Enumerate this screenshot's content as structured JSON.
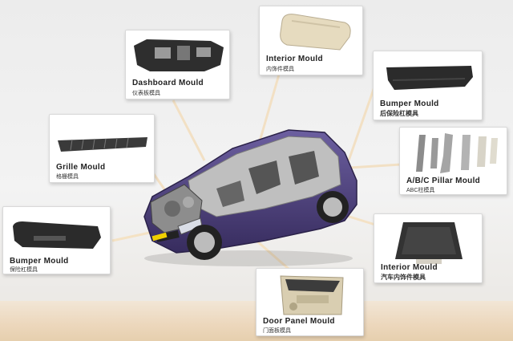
{
  "labels": {
    "dashboard": {
      "en": "Dashboard Mould",
      "cn": "仪表板模具"
    },
    "interior_top": {
      "en": "Interior Mould",
      "cn": "内饰件模具"
    },
    "bumper_rear": {
      "en": "Bumper Mould",
      "cn": "后保险杠模具"
    },
    "grille": {
      "en": "Grille Mould",
      "cn": "格栅模具"
    },
    "pillar": {
      "en": "A/B/C Pillar Mould",
      "cn": "ABC柱模具"
    },
    "bumper_front": {
      "en": "Bumper Mould",
      "cn": "保险杠模具"
    },
    "interior_car": {
      "en": "Interior Mould",
      "cn": "汽车内饰件模具"
    },
    "door_panel": {
      "en": "Door Panel Mould",
      "cn": "门面板模具"
    }
  },
  "colors": {
    "car_body": "#4b3f7a",
    "leader": "#f4e3c8",
    "part_dark": "#2a2a2a",
    "part_beige": "#e8dcc0",
    "part_grey": "#9a9a9a"
  },
  "icons": [
    "car-cutaway-illustration",
    "dashboard-part-image",
    "console-part-image",
    "rear-bumper-part-image",
    "grille-part-image",
    "pillar-part-image",
    "front-bumper-part-image",
    "hood-liner-part-image",
    "door-panel-part-image"
  ]
}
